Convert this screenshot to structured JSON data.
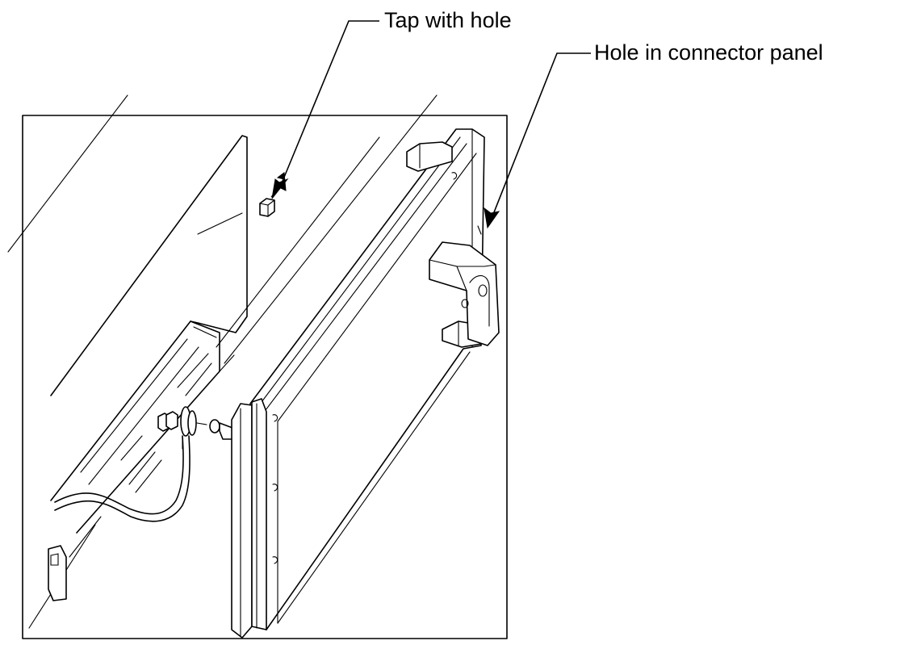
{
  "figure": {
    "callouts": [
      {
        "id": "tap",
        "label": "Tap with hole"
      },
      {
        "id": "hole",
        "label": "Hole in connector panel"
      }
    ],
    "line_color": "#000000",
    "background_color": "#ffffff"
  }
}
